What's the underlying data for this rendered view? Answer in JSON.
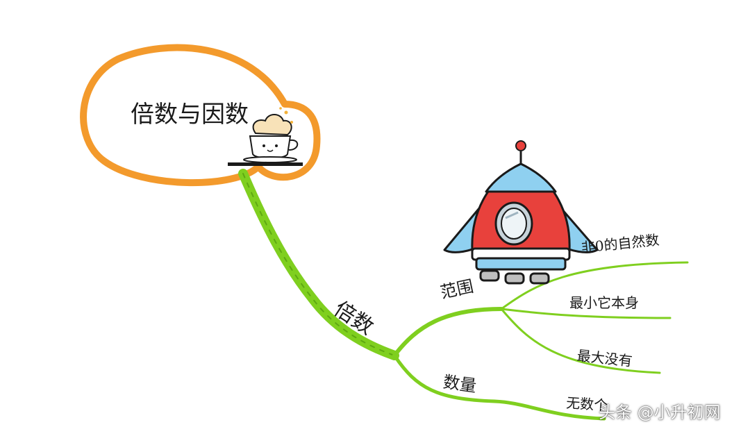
{
  "mindmap": {
    "root": {
      "label": "倍数与因数"
    },
    "branch": {
      "label": "倍数",
      "children": [
        {
          "label": "范围",
          "leaves": [
            "非0的自然数",
            "最小它本身",
            "最大没有"
          ]
        },
        {
          "label": "数量",
          "leaves": [
            "无数个"
          ]
        }
      ]
    }
  },
  "watermark": "头条 @小升初网",
  "icons": {
    "root_decoration": "coffee-cup-icon",
    "illustration": "rocket-icon"
  },
  "colors": {
    "root_outline": "#f39a2c",
    "branch_line": "#7fcf1f",
    "rocket_body": "#e8413c",
    "rocket_nose": "#8fd0f0",
    "rocket_window": "#c7d3da"
  }
}
